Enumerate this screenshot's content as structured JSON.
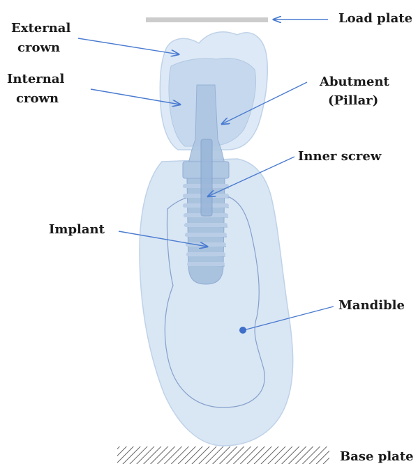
{
  "labels": {
    "load_plate": "Load plate",
    "external_crown_1": "External",
    "external_crown_2": "crown",
    "internal_crown_1": "Internal",
    "internal_crown_2": "crown",
    "abutment_1": "Abutment",
    "abutment_2": "(Pillar)",
    "inner_screw": "Inner screw",
    "implant": "Implant",
    "mandible": "Mandible",
    "base_plate": "Base plate"
  },
  "colors": {
    "leader_line": "#4a7bd0",
    "bone_fill": "#cfe0f2",
    "bone_stroke": "#a9c3df",
    "implant_fill": "#a9c2de",
    "plate_gray": "#cccccc",
    "hatch": "#666666",
    "text": "#1a1a1a"
  }
}
